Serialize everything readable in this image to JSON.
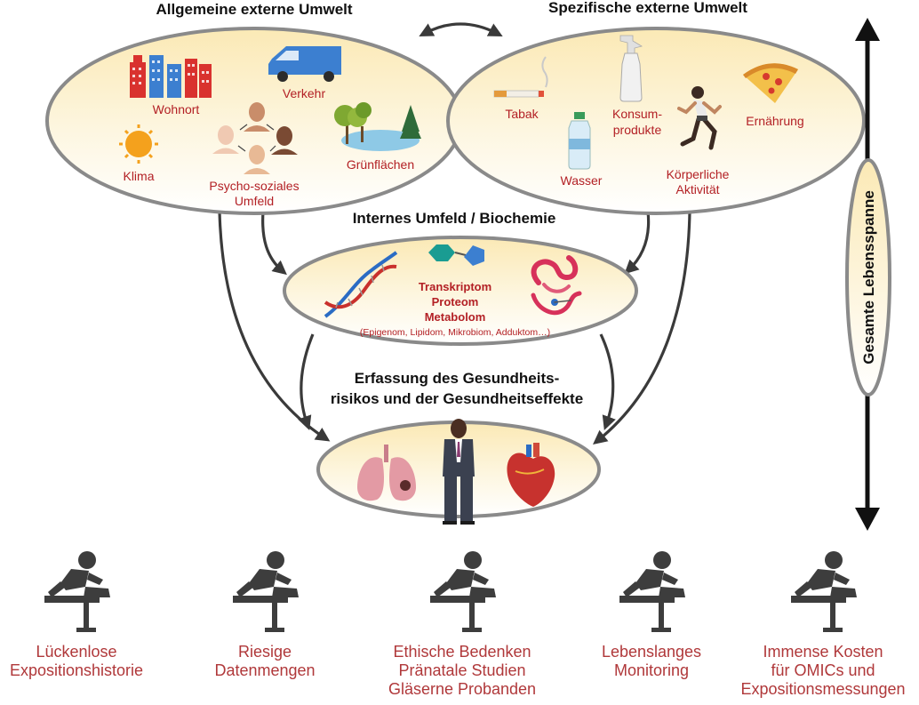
{
  "general_env": {
    "title": "Allgemeine externe Umwelt",
    "labels": {
      "residence": "Wohnort",
      "traffic": "Verkehr",
      "climate": "Klima",
      "psychosocial_1": "Psycho-soziales",
      "psychosocial_2": "Umfeld",
      "green": "Grünflächen"
    }
  },
  "specific_env": {
    "title": "Spezifische externe Umwelt",
    "labels": {
      "tobacco": "Tabak",
      "consumer_1": "Konsum-",
      "consumer_2": "produkte",
      "nutrition": "Ernährung",
      "water": "Wasser",
      "activity_1": "Körperliche",
      "activity_2": "Aktivität"
    }
  },
  "internal_env": {
    "title": "Internes Umfeld / Biochemie",
    "omics": [
      "Transkriptom",
      "Proteom",
      "Metabolom"
    ],
    "sub": "(Epigenom, Lipidom, Mikrobiom, Adduktom…)"
  },
  "health": {
    "title_1": "Erfassung des Gesundheits-",
    "title_2": "risikos und der Gesundheitseffekte"
  },
  "lifespan": {
    "label": "Gesamte Lebensspanne"
  },
  "hurdles": [
    {
      "lines": [
        "Lückenlose",
        "Expositionshistorie"
      ]
    },
    {
      "lines": [
        "Riesige",
        "Datenmengen"
      ]
    },
    {
      "lines": [
        "Ethische Bedenken",
        "Pränatale Studien",
        "Gläserne Probanden"
      ]
    },
    {
      "lines": [
        "Lebenslanges",
        "Monitoring"
      ]
    },
    {
      "lines": [
        "Immense Kosten",
        "für OMICs und",
        "Expositionsmessungen"
      ]
    }
  ],
  "colors": {
    "label_red": "#b32025",
    "hurdle_red": "#b0383a",
    "ellipse_fill_top": "#fdf3d2",
    "ellipse_fill_bottom": "#fffdf6",
    "ellipse_stroke": "#8a8a8a",
    "arrow": "#3a3a3a",
    "hurdle_icon": "#3d3d3d"
  },
  "icons": [
    "city-icon",
    "van-icon",
    "sun-icon",
    "people-network-icon",
    "park-icon",
    "cigarette-icon",
    "spray-bottle-icon",
    "pizza-icon",
    "water-bottle-icon",
    "runner-icon",
    "dna-icon",
    "molecule-icon",
    "protein-icon",
    "lungs-icon",
    "person-icon",
    "heart-icon",
    "hurdle-icon"
  ]
}
